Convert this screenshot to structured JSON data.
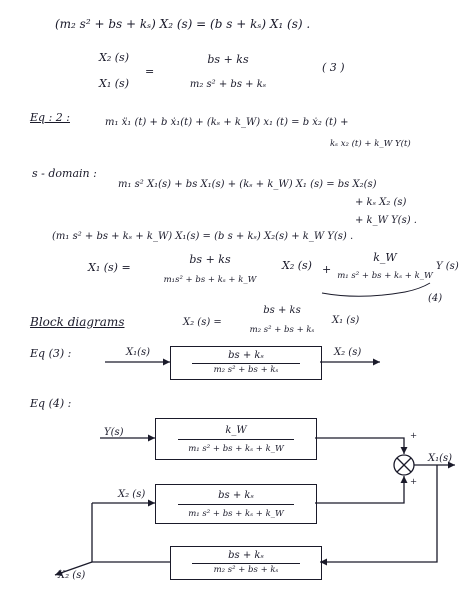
{
  "eq3": {
    "line1": "(m₂ s² + bs + kₛ) X₂ (s) = (b s + kₛ) X₁ (s) .",
    "lhs_num": "X₂ (s)",
    "lhs_den": "X₁ (s)",
    "equals": "=",
    "rhs_num": "bs + ks",
    "rhs_den": "m₂ s² + bs + kₛ",
    "tag": "( 3 )"
  },
  "eq2": {
    "label": "Eq : 2 :",
    "line1": "m₁ ẍ₁ (t) + b ẋ₁(t) + (kₛ + k_W) x₁ (t) = b ẋ₂ (t) +",
    "line2": "kₛ x₂ (t) + k_W Y(t)"
  },
  "sdomain": {
    "label": "s - domain :",
    "line1": "m₁ s² X₁(s) + bs X₁(s) + (kₛ + k_W) X₁ (s) = bs X₂(s)",
    "line2": "+ kₛ X₂ (s)",
    "line3": "+ k_W Y(s) .",
    "line4": "(m₁ s² + bs + kₛ + k_W) X₁(s) = (b s + kₛ) X₂(s) + k_W Y(s) ."
  },
  "eq4": {
    "lhs": "X₁ (s) =",
    "t1_num": "bs + ks",
    "t1_den": "m₁s² + bs + kₛ + k_W",
    "t1_var": "X₂ (s)",
    "plus": "+",
    "t2_num": "k_W",
    "t2_den": "m₁ s² + bs + kₛ + k_W",
    "t2_var": "Y (s)",
    "tag": "(4)"
  },
  "block_diagrams": {
    "heading": "Block diagrams",
    "eq_lhs": "X₂ (s) =",
    "eq_num": "bs + ks",
    "eq_den": "m₂ s² + bs + kₛ",
    "eq_var": "X₁ (s)"
  },
  "diagram1": {
    "label": "Eq (3) :",
    "input": "X₁(s)",
    "output": "X₂ (s)",
    "block_num": "bs + kₛ",
    "block_den": "m₂ s² + bs + kₛ"
  },
  "diagram2": {
    "label": "Eq (4) :",
    "input_y": "Y(s)",
    "input_x2": "X₂ (s)",
    "output": "X₁(s)",
    "feedback_out": "X₂ (s)",
    "top_num": "k_W",
    "top_den": "m₁ s² + bs + kₛ + k_W",
    "mid_num": "bs + kₛ",
    "mid_den": "m₁ s² + bs + kₛ + k_W",
    "bot_num": "bs + kₛ",
    "bot_den": "m₂ s² + bs + kₛ",
    "sum_plus_top": "+",
    "sum_plus_bottom": "+"
  },
  "colors": {
    "ink": "#1a1a2a",
    "paper": "#ffffff"
  }
}
